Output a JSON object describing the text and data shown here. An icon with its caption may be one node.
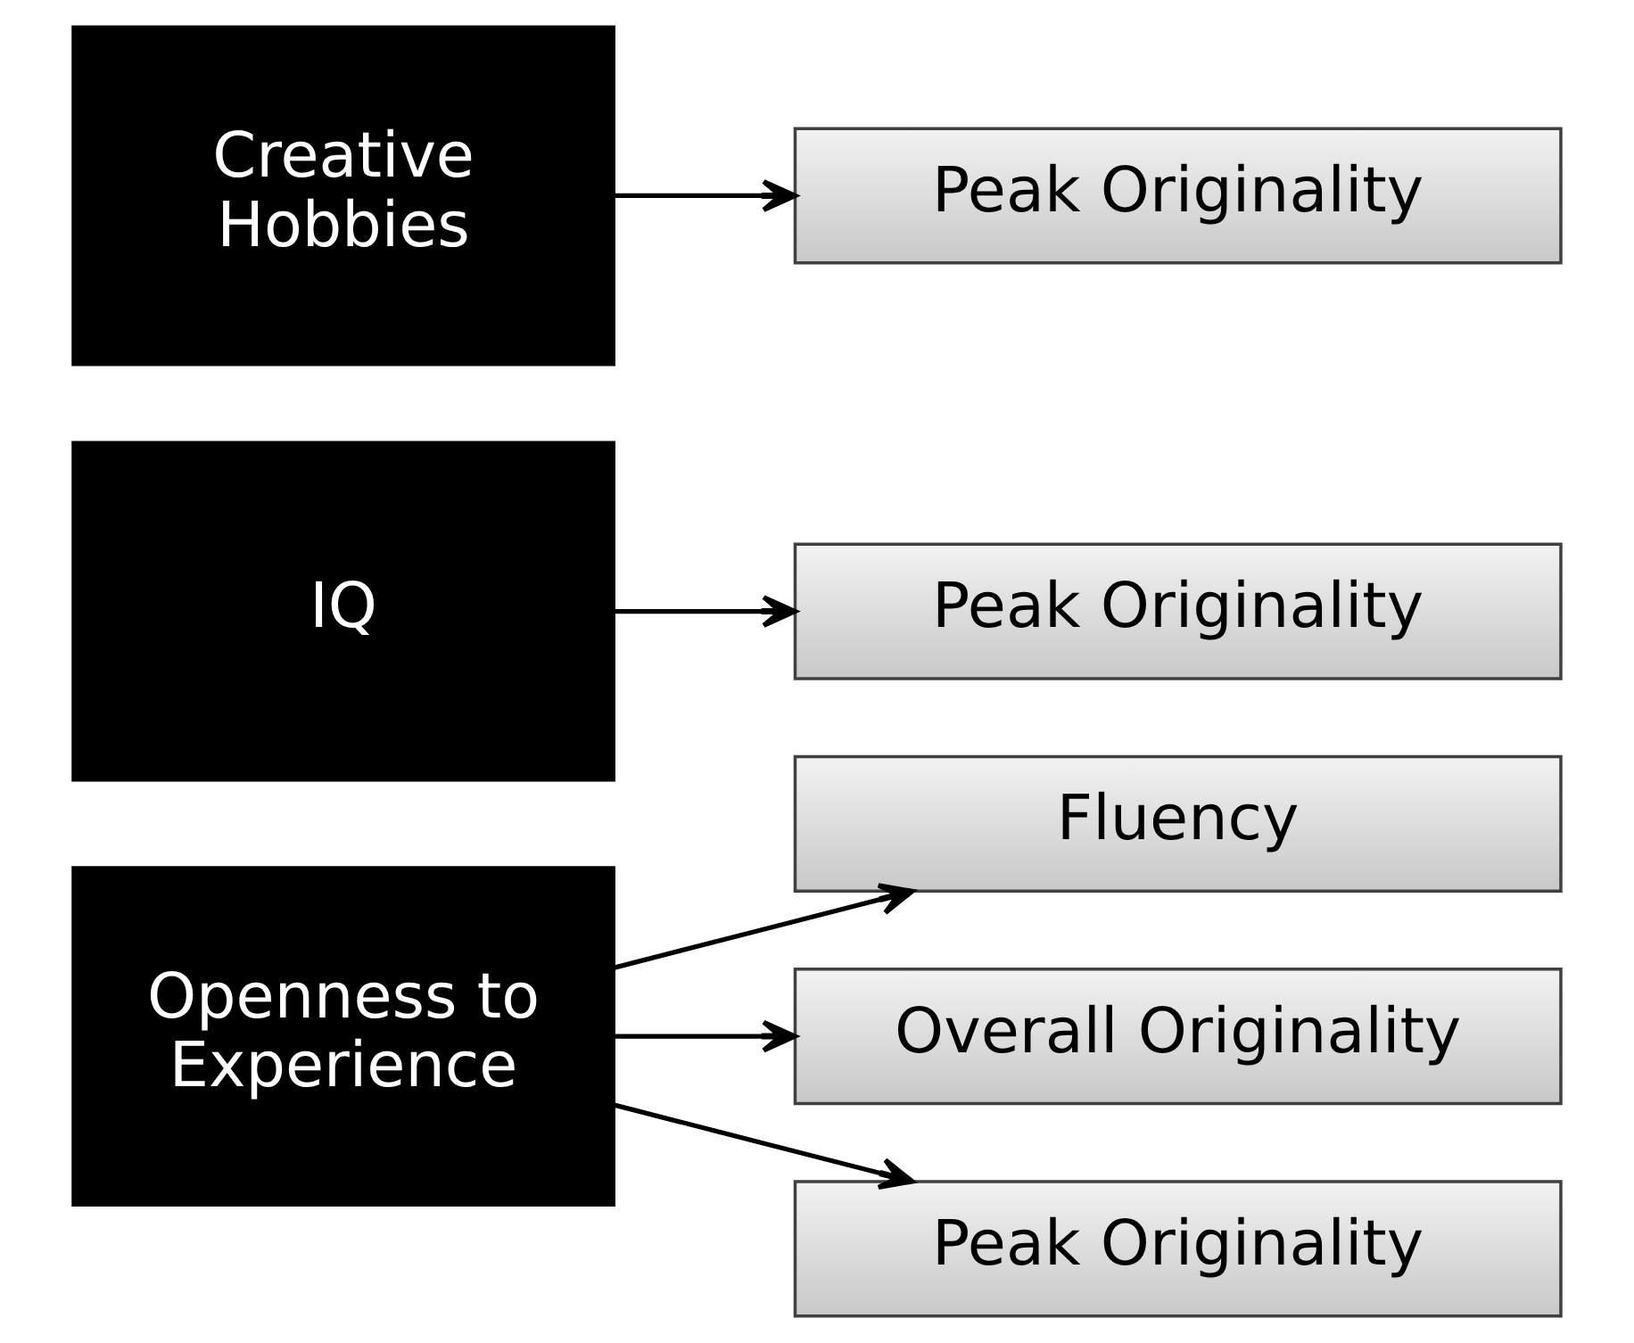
{
  "diagram": {
    "nodes": [
      {
        "text": [
          "Openness to Experience"
        ]
      },
      {
        "text": [
          "Fluency"
        ]
      },
      {
        "text": [
          "Overall Originality"
        ]
      },
      {
        "text": [
          "Peak Originality"
        ]
      },
      {
        "text": [
          "IQ"
        ]
      },
      {
        "text": [
          "Peak Originality"
        ]
      },
      {
        "text": [
          "Creative Hobbies"
        ]
      },
      {
        "text": [
          "Peak Originality"
        ]
      }
    ],
    "edges": [
      {
        "from": 0,
        "to": 1,
        "arrow": "to"
      },
      {
        "from": 0,
        "to": 2,
        "arrow": "to"
      },
      {
        "from": 0,
        "to": 3,
        "arrow": "to"
      },
      {
        "from": 4,
        "to": 5,
        "arrow": "to"
      },
      {
        "from": 6,
        "to": 7,
        "arrow": "to"
      }
    ]
  }
}
